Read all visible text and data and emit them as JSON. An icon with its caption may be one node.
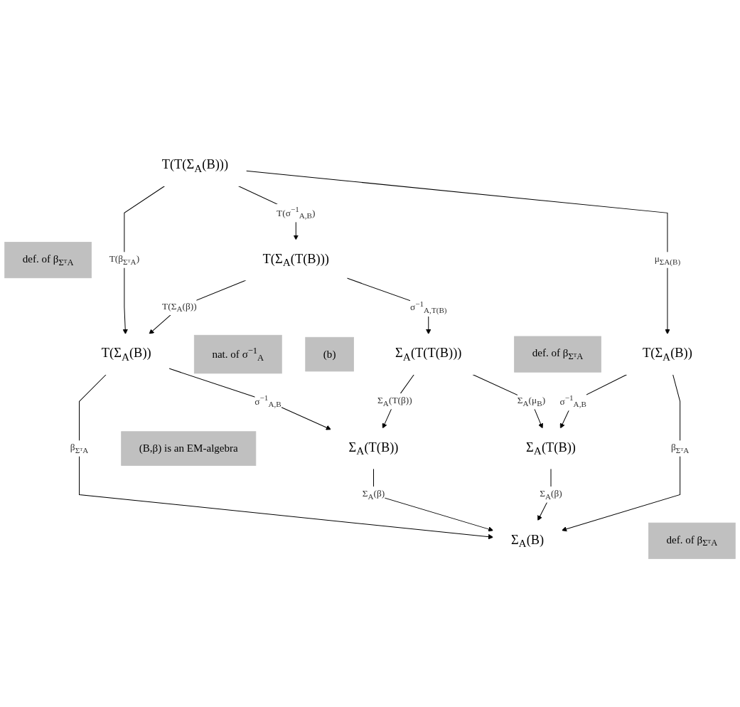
{
  "diagram": {
    "nodes": [
      {
        "text": [
          "T(T(Σ$_{A}$(B)))"
        ]
      },
      {
        "text": [
          "T(Σ$_{A}$(B))"
        ]
      },
      {
        "text": [
          "def. of β$_{ΣᵀA}$"
        ]
      },
      {
        "text": [
          "T(Σ$_{A}$(T(B)))"
        ]
      },
      {
        "text": [
          "nat. of σ$^{−1}$$_{A}$"
        ]
      },
      {
        "text": [
          "(b)"
        ]
      },
      {
        "text": [
          "Σ$_{A}$(T(T(B)))"
        ]
      },
      {
        "text": [
          "Σ$_{A}$(T(B))"
        ]
      },
      {
        "text": [
          "def. of β$_{ΣᵀA}$"
        ]
      },
      {
        "text": [
          "(B,β) is an EM-algebra"
        ]
      },
      {
        "text": [
          "Σ$_{A}$(T(B))"
        ]
      },
      {
        "text": [
          "def. of β$_{ΣᵀA}$"
        ]
      },
      {
        "text": [
          "T(Σ$_{A}$(B))"
        ]
      },
      {
        "text": [
          "Σ$_{A}$(B)"
        ]
      }
    ],
    "edges": [
      {
        "from": 0,
        "to": 1,
        "arrow": "to",
        "label": "T(β$_{ΣᵀA}$)"
      },
      {
        "from": 0,
        "to": 3,
        "arrow": "to",
        "label": "T(σ$^{−1}$$_{A,B}$)"
      },
      {
        "from": 0,
        "to": 12,
        "arrow": "to",
        "label": "μ$_{ΣA(B)}$"
      },
      {
        "from": 3,
        "to": 1,
        "arrow": "to",
        "label": "T(Σ$_{A}$(β))"
      },
      {
        "from": 1,
        "to": 7,
        "arrow": "to",
        "label": "σ$^{−1}$$_{A,B}$"
      },
      {
        "from": 1,
        "to": 13,
        "arrow": "to",
        "label": "β$_{ΣᵀA}$"
      },
      {
        "from": 3,
        "to": 6,
        "arrow": "to",
        "label": "σ$^{−1}$$_{A,T(B)}$"
      },
      {
        "from": 6,
        "to": 7,
        "arrow": "to",
        "label": "Σ$_{A}$(T(β))"
      },
      {
        "from": 6,
        "to": 10,
        "arrow": "to",
        "label": "Σ$_{A}$(μ$_{B}$)"
      },
      {
        "from": 7,
        "to": 13,
        "arrow": "to",
        "label": "Σ$_{A}$(β)"
      },
      {
        "from": 12,
        "to": 10,
        "arrow": "to",
        "label": "σ$^{−1}$$_{A,B}$"
      },
      {
        "from": 10,
        "to": 13,
        "arrow": "to",
        "label": "Σ$_{A}$(β)"
      },
      {
        "from": 12,
        "to": 13,
        "arrow": "to",
        "label": "β$_{ΣᵀA}$"
      }
    ]
  }
}
